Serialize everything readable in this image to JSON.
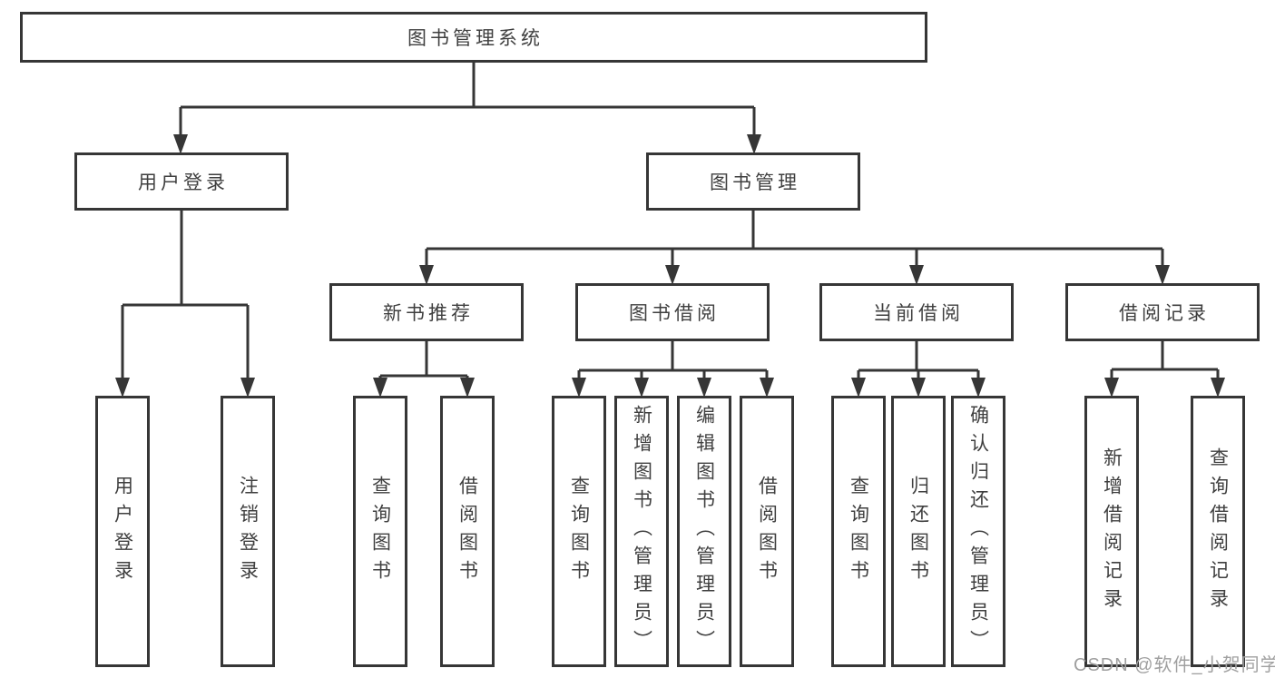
{
  "diagram": {
    "type": "hierarchy-tree",
    "title": "图书管理系统",
    "colors": {
      "line": "#363636",
      "box_border": "#363636",
      "box_fill": "#ffffff",
      "text": "#3f3f3f",
      "background": "#ffffff",
      "watermark": "#a0a0a0"
    },
    "nodes": {
      "root": "图书管理系统",
      "level2": [
        "用户登录",
        "图书管理"
      ],
      "level3": [
        "新书推荐",
        "图书借阅",
        "当前借阅",
        "借阅记录"
      ],
      "login_leaves": [
        "用户登录",
        "注销登录"
      ],
      "newbook_leaves": [
        "查询图书",
        "借阅图书"
      ],
      "borrow_leaves": [
        "查询图书",
        "新增图书（管理员）",
        "编辑图书（管理员）",
        "借阅图书"
      ],
      "current_leaves": [
        "查询图书",
        "归还图书",
        "确认归还（管理员）"
      ],
      "record_leaves": [
        "新增借阅记录",
        "查询借阅记录"
      ]
    },
    "tree": {
      "图书管理系统": {
        "用户登录": [
          "用户登录",
          "注销登录"
        ],
        "图书管理": {
          "新书推荐": [
            "查询图书",
            "借阅图书"
          ],
          "图书借阅": [
            "查询图书",
            "新增图书（管理员）",
            "编辑图书（管理员）",
            "借阅图书"
          ],
          "当前借阅": [
            "查询图书",
            "归还图书",
            "确认归还（管理员）"
          ],
          "借阅记录": [
            "新增借阅记录",
            "查询借阅记录"
          ]
        }
      }
    }
  },
  "watermark": {
    "text": "CSDN @软件_小贺同学"
  }
}
